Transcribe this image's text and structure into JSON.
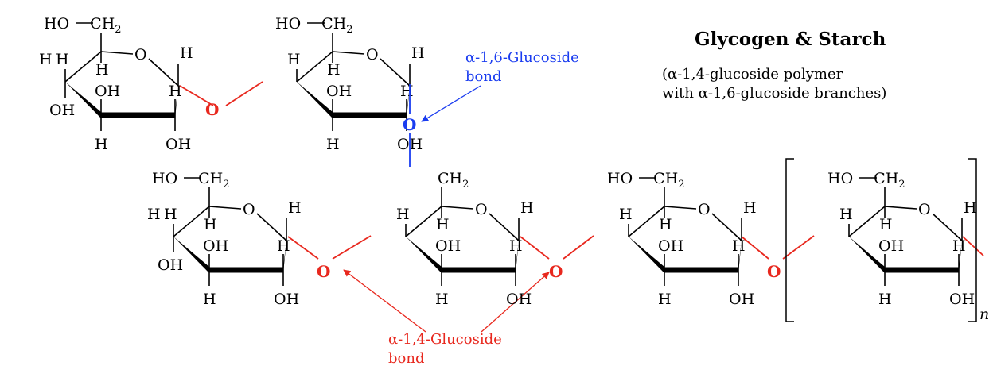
{
  "title": "Glycogen & Starch",
  "subtitle_line1": "(α-1,4-glucoside polymer",
  "subtitle_line2": "with α-1,6-glucoside branches)",
  "label_16_line1": "α-1,6-Glucoside",
  "label_16_line2": "bond",
  "label_14_line1": "α-1,4-Glucoside",
  "label_14_line2": "bond",
  "repeat_subscript": "n",
  "atoms": {
    "ho": "HO",
    "ch2": "CH",
    "sub2": "2",
    "h": "H",
    "oh": "OH",
    "o": "O"
  },
  "colors": {
    "alpha14": "#e8281e",
    "alpha16": "#1a3cf0"
  }
}
